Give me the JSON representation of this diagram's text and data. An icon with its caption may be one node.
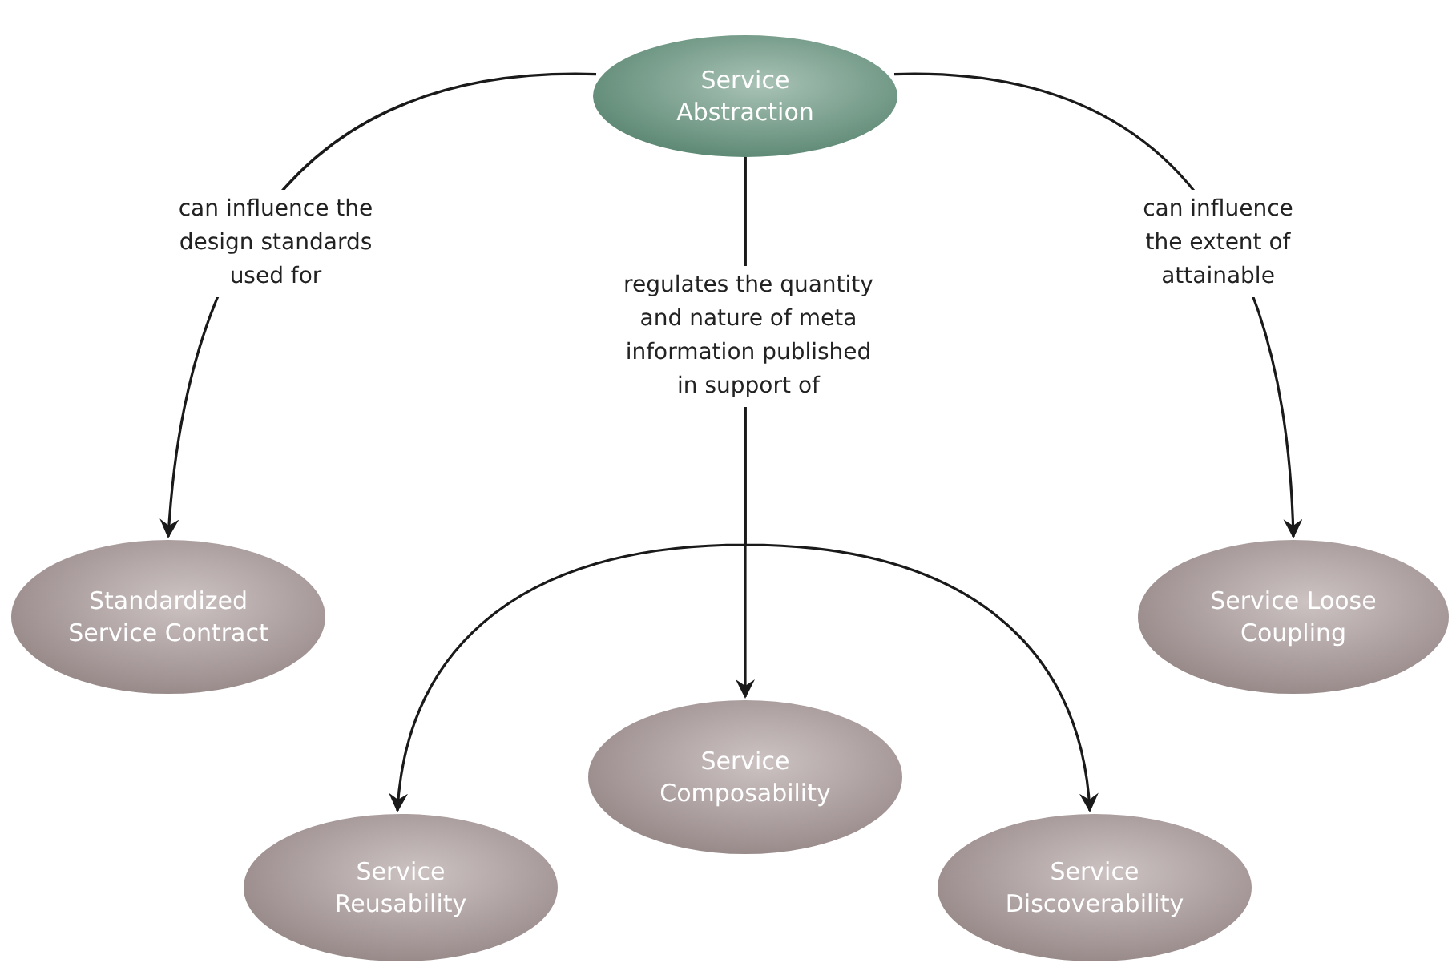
{
  "diagram": {
    "nodes": [
      {
        "text": [
          "Service Abstraction"
        ]
      },
      {
        "text": [
          "Standardized Service Contract"
        ]
      },
      {
        "text": [
          "Service Loose Coupling"
        ]
      },
      {
        "text": [
          "Service Composability"
        ]
      },
      {
        "text": [
          "Service Reusability"
        ]
      },
      {
        "text": [
          "Service Discoverability"
        ]
      }
    ],
    "edges": [
      {
        "from": 0,
        "to": 1,
        "arrow": "to",
        "label": "can influence the design standards used for"
      },
      {
        "from": 0,
        "to": 2,
        "arrow": "to",
        "label": "can influence the extent of attainable"
      },
      {
        "from": 0,
        "to": 3,
        "arrow": "to",
        "label": "regulates the quantity and nature of meta information published in support of"
      },
      {
        "from": 0,
        "to": 4,
        "arrow": "to"
      },
      {
        "from": 0,
        "to": 5,
        "arrow": "to"
      }
    ]
  }
}
